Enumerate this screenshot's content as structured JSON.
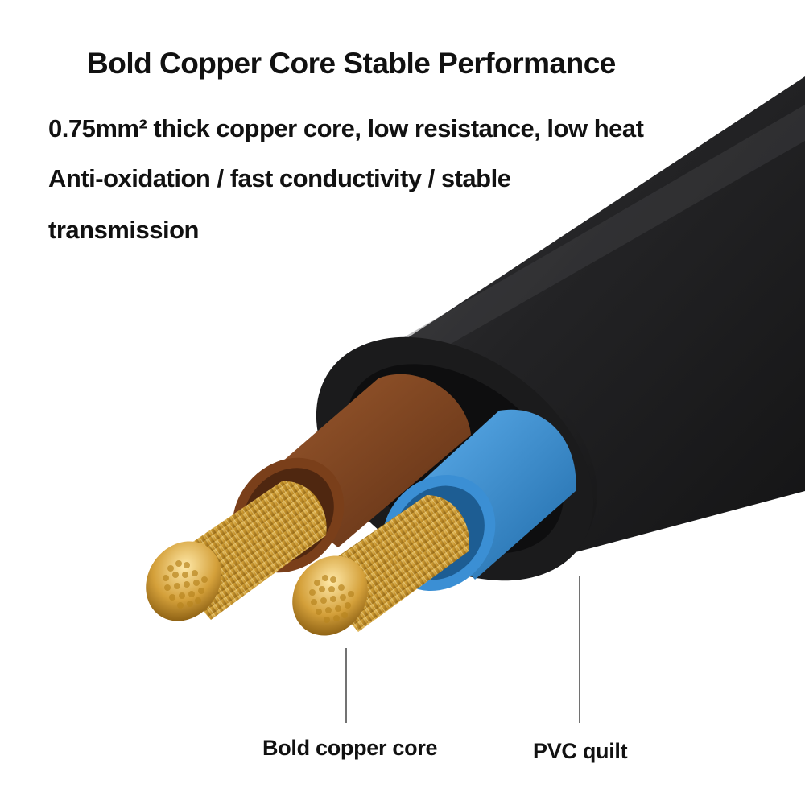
{
  "headline": "Bold Copper Core  Stable Performance",
  "description": {
    "line1": "0.75mm² thick copper core, low resistance, low heat",
    "line2": "Anti-oxidation / fast conductivity / stable",
    "line3": "transmission"
  },
  "callouts": {
    "core": "Bold copper core",
    "pvc": "PVC quilt"
  },
  "colors": {
    "jacket": "#1f1f21",
    "brown_insulation": "#8a4a22",
    "blue_insulation": "#3b8fd4",
    "copper": "#c9962e"
  }
}
